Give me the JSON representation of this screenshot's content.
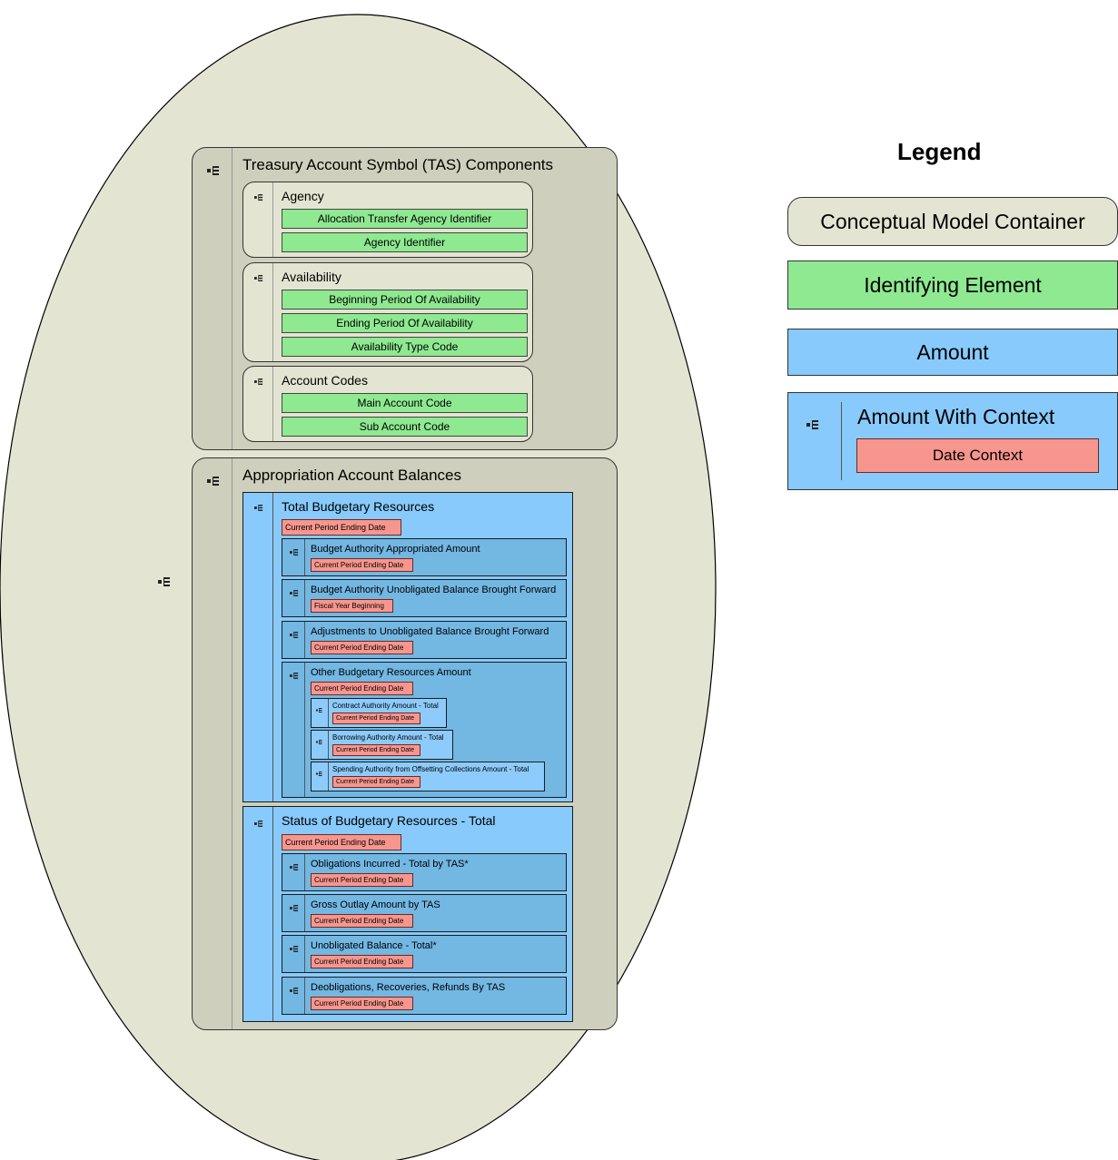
{
  "tas": {
    "title": "Treasury Account Symbol (TAS) Components",
    "agency": {
      "title": "Agency",
      "items": [
        "Allocation Transfer Agency Identifier",
        "Agency Identifier"
      ]
    },
    "availability": {
      "title": "Availability",
      "items": [
        "Beginning Period Of Availability",
        "Ending Period Of Availability",
        "Availability Type Code"
      ]
    },
    "account_codes": {
      "title": "Account Codes",
      "items": [
        "Main Account Code",
        "Sub Account Code"
      ]
    }
  },
  "aab": {
    "title": "Appropriation Account Balances",
    "tbr": {
      "title": "Total Budgetary Resources",
      "context": "Current Period Ending Date",
      "children": [
        {
          "title": "Budget Authority Appropriated Amount",
          "context": "Current Period Ending Date"
        },
        {
          "title": "Budget Authority Unobligated Balance Brought Forward",
          "context": "Fiscal Year Beginning"
        },
        {
          "title": "Adjustments to Unobligated Balance Brought Forward",
          "context": "Current Period Ending Date"
        },
        {
          "title": "Other Budgetary Resources Amount",
          "context": "Current Period Ending Date"
        }
      ],
      "other_children": [
        {
          "title": "Contract Authority Amount - Total",
          "context": "Current Period Ending Date"
        },
        {
          "title": "Borrowing Authority Amount - Total",
          "context": "Current Period Ending Date"
        },
        {
          "title": "Spending Authority from Offsetting Collections Amount - Total",
          "context": "Current Period Ending Date"
        }
      ]
    },
    "sbr": {
      "title": "Status of Budgetary Resources - Total",
      "context": "Current Period Ending Date",
      "children": [
        {
          "title": "Obligations Incurred - Total by TAS*",
          "context": "Current Period Ending Date"
        },
        {
          "title": "Gross Outlay Amount by TAS",
          "context": "Current Period Ending Date"
        },
        {
          "title": "Unobligated Balance - Total*",
          "context": "Current Period Ending Date"
        },
        {
          "title": "Deobligations, Recoveries, Refunds By TAS",
          "context": "Current Period Ending Date"
        }
      ]
    }
  },
  "legend": {
    "title": "Legend",
    "container": "Conceptual Model Container",
    "identifying": "Identifying Element",
    "amount": "Amount",
    "amount_context": "Amount With Context",
    "date_context": "Date Context"
  },
  "colors": {
    "ellipse": "#e4e4d2",
    "container": "#cfcfbd",
    "identifying": "#8ee991",
    "amount": "#87cafb",
    "amount_nested": "#73b7e3",
    "date_context": "#f7968e"
  },
  "icons": {
    "expand": "tree-expand-icon"
  }
}
